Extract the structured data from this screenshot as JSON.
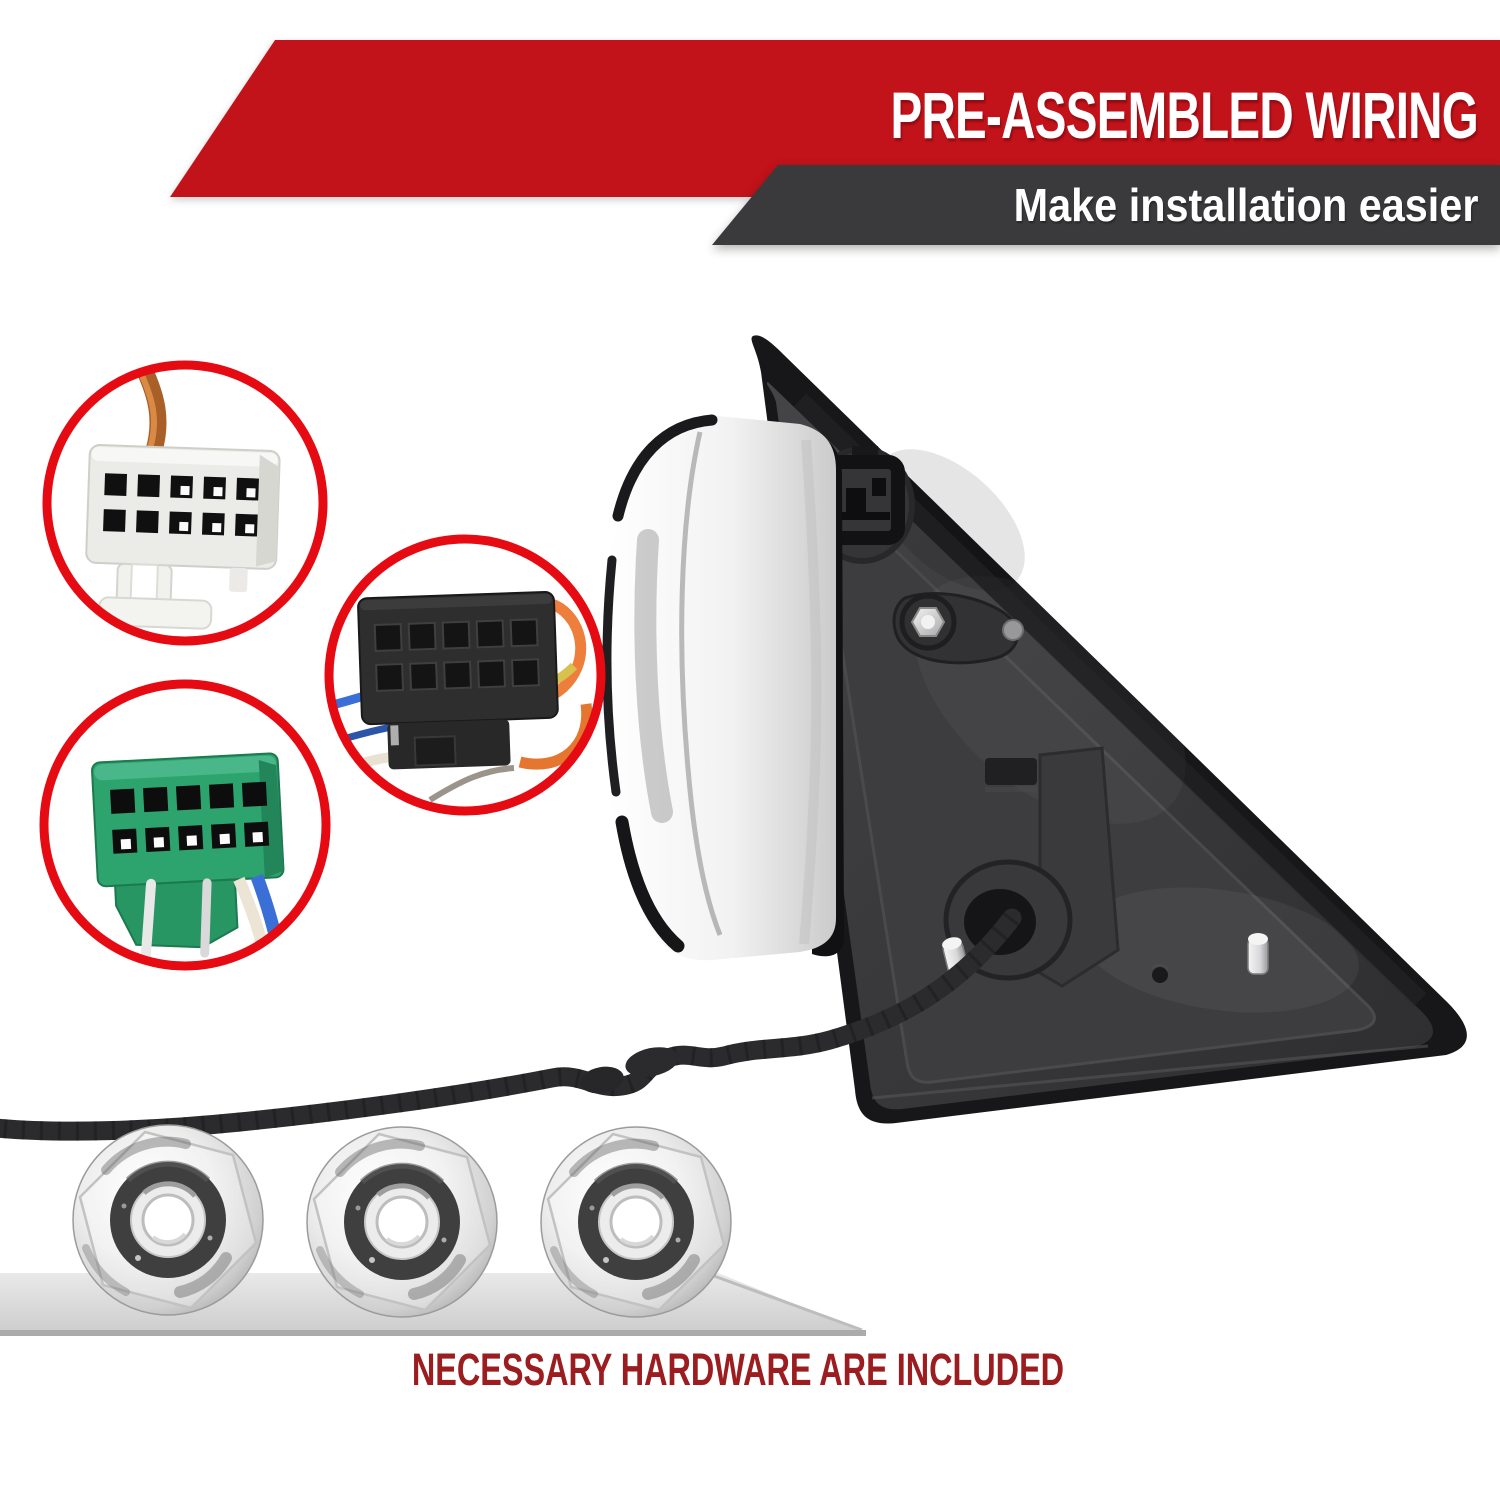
{
  "header": {
    "title": "PRE-ASSEMBLED WIRING",
    "subtitle": "Make installation easier",
    "title_bar_color": "#c2121a",
    "subtitle_bar_color": "#3a3a3c",
    "text_color": "#ffffff"
  },
  "footer": {
    "caption": "NECESSARY HARDWARE ARE INCLUDED",
    "caption_color": "#9b1d20",
    "shelf_color": "#d9d9d9"
  },
  "callouts": {
    "ring_color": "#e60b12",
    "items": [
      {
        "id": "white-10-pin-connector",
        "body_color": "#ebebe8",
        "wires": [
          "#bf7330"
        ]
      },
      {
        "id": "green-10-pin-connector",
        "body_color": "#2da36e",
        "wires": [
          "#3a6fd8",
          "#ece5d6"
        ]
      },
      {
        "id": "black-10-pin-connector",
        "body_color": "#2e2e2e",
        "wires": [
          "#3a6fd8",
          "#ee7e3c",
          "#d9c14e",
          "#ece5d6"
        ]
      }
    ]
  },
  "product": {
    "id": "power-side-mirror-with-mounting-plate",
    "cap_color": "#f0f0f0",
    "plate_color": "#39393b",
    "cable_color": "#2b2b2d"
  },
  "hardware": {
    "id": "chrome-flange-nuts",
    "count": 3
  }
}
